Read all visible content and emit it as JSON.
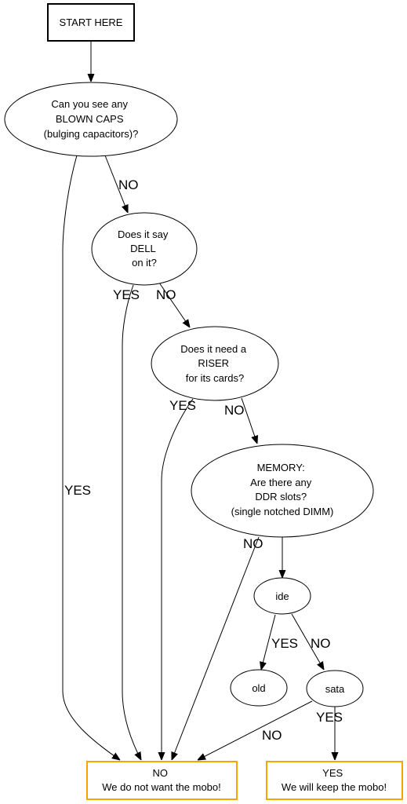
{
  "nodes": {
    "start": {
      "lines": [
        "START HERE"
      ]
    },
    "blown_caps": {
      "lines": [
        "Can you see any",
        "BLOWN CAPS",
        "(bulging capacitors)?"
      ]
    },
    "dell": {
      "lines": [
        "Does it say",
        "DELL",
        "on it?"
      ]
    },
    "riser": {
      "lines": [
        "Does it need a",
        "RISER",
        "for its cards?"
      ]
    },
    "memory": {
      "lines": [
        "MEMORY:",
        "Are there any",
        "DDR slots?",
        "(single notched DIMM)"
      ]
    },
    "ide": {
      "lines": [
        "ide"
      ]
    },
    "old": {
      "lines": [
        "old"
      ]
    },
    "sata": {
      "lines": [
        "sata"
      ]
    },
    "no_mobo": {
      "lines": [
        "NO",
        "We do not want the mobo!"
      ]
    },
    "yes_mobo": {
      "lines": [
        "YES",
        "We will keep the mobo!"
      ]
    }
  },
  "edge_labels": {
    "caps_no": "NO",
    "caps_yes": "YES",
    "dell_yes": "YES",
    "dell_no": "NO",
    "riser_yes": "YES",
    "riser_no": "NO",
    "memory_no": "NO",
    "ide_yes": "YES",
    "ide_no": "NO",
    "sata_yes": "YES",
    "sata_no": "NO"
  },
  "colors": {
    "outcome_border": "#f5a500",
    "line": "#000000"
  }
}
